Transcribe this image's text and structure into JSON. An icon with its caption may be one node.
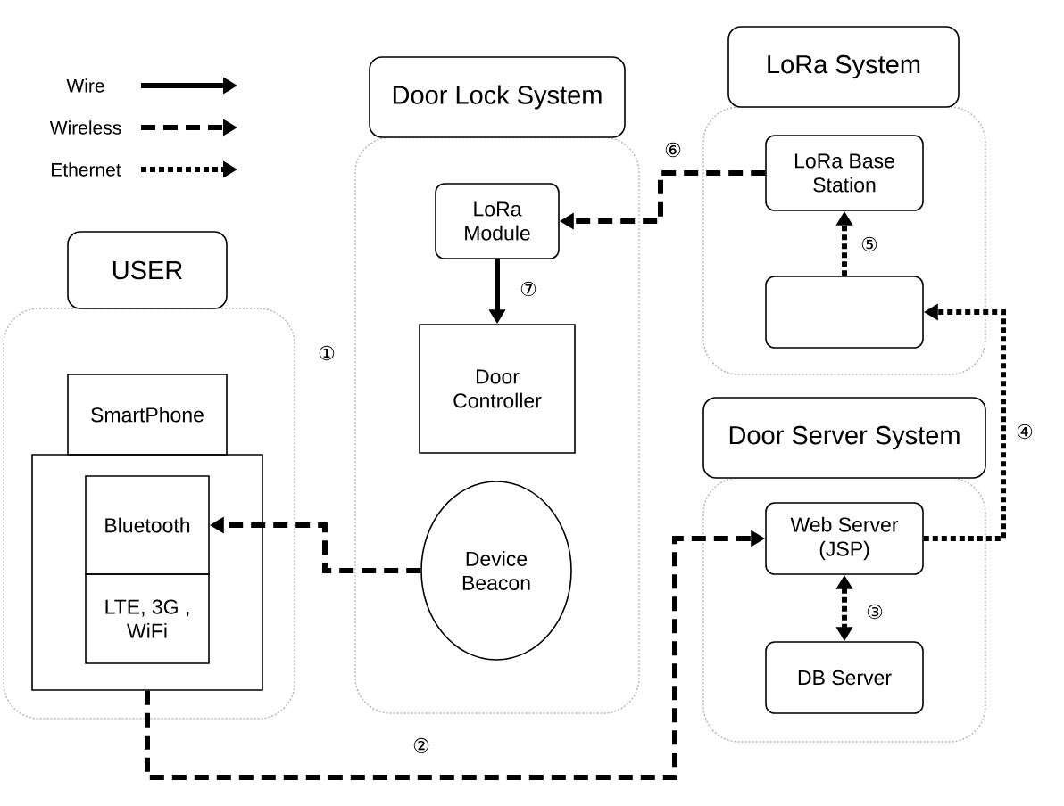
{
  "diagram": {
    "nodes": [
      {
        "text": [
          "USER"
        ]
      },
      {
        "text": [],
        "shape": "box"
      },
      {
        "text": [
          "SmartPhone"
        ],
        "in": 1
      },
      {
        "text": [],
        "shape": "box",
        "in": 1
      },
      {
        "text": [
          "Bluetooth"
        ],
        "in": 3
      },
      {
        "text": [
          "LTE, 3G , WiFi"
        ],
        "in": 3
      },
      {
        "text": [
          "Door Lock System"
        ]
      },
      {
        "text": [],
        "shape": "box"
      },
      {
        "text": [
          "LoRa Module"
        ],
        "in": 7
      },
      {
        "text": [
          "Door Controller"
        ],
        "in": 7
      },
      {
        "text": [
          "Device Beacon"
        ],
        "in": 7
      },
      {
        "text": [
          "LoRa System"
        ]
      },
      {
        "text": [],
        "shape": "box"
      },
      {
        "text": [
          "LoRa Base Station"
        ],
        "in": 12
      },
      {
        "text": [],
        "shape": "box",
        "in": 12
      },
      {
        "text": [
          "Door Server System"
        ]
      },
      {
        "text": [],
        "shape": "box"
      },
      {
        "text": [
          "Web Server (JSP)"
        ],
        "in": 16
      },
      {
        "text": [
          "DB Server"
        ],
        "in": 16
      }
    ],
    "edges": [
      {
        "from": 10,
        "to": 4,
        "arrow": "to",
        "style": "dashed"
      },
      {
        "from": 3,
        "to": 17,
        "arrow": "to",
        "label": "②",
        "style": "dashed"
      },
      {
        "from": 17,
        "to": 18,
        "arrow": "both",
        "label": "③",
        "style": "dashed"
      },
      {
        "from": 17,
        "to": 14,
        "arrow": "to",
        "label": "④",
        "style": "dashed"
      },
      {
        "from": 14,
        "to": 13,
        "arrow": "to",
        "label": "⑤",
        "style": "dashed"
      },
      {
        "from": 13,
        "to": 8,
        "arrow": "to",
        "label": "⑥",
        "style": "dashed"
      },
      {
        "from": 8,
        "to": 9,
        "arrow": "to",
        "label": "⑦"
      }
    ],
    "labels": [
      "①"
    ],
    "legend": [
      {
        "text": "Wire"
      },
      {
        "text": "Wireless"
      },
      {
        "text": "Ethernet"
      }
    ]
  }
}
